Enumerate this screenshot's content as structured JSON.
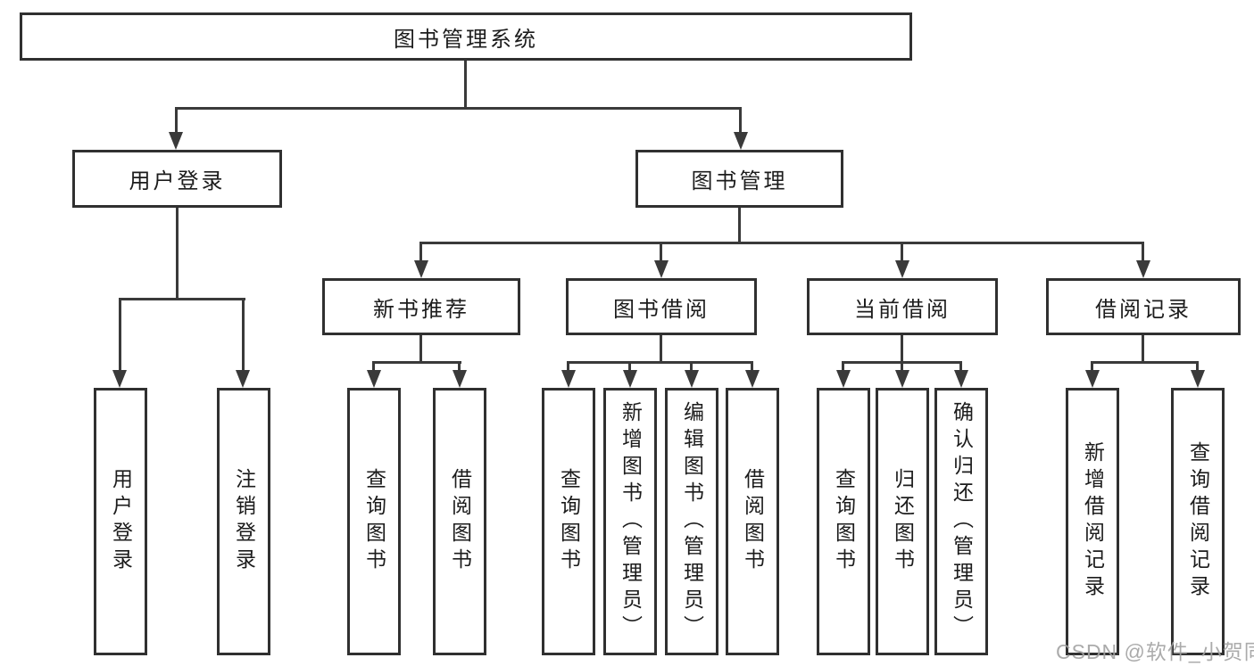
{
  "diagram": {
    "type": "hierarchy-tree",
    "root": {
      "label": "图书管理系统"
    },
    "level2": [
      {
        "label": "用户登录",
        "parent": "图书管理系统"
      },
      {
        "label": "图书管理",
        "parent": "图书管理系统"
      }
    ],
    "level3": [
      {
        "label": "新书推荐",
        "parent": "图书管理"
      },
      {
        "label": "图书借阅",
        "parent": "图书管理"
      },
      {
        "label": "当前借阅",
        "parent": "图书管理"
      },
      {
        "label": "借阅记录",
        "parent": "图书管理"
      }
    ],
    "leaves": [
      {
        "label": "用户登录",
        "parent": "用户登录"
      },
      {
        "label": "注销登录",
        "parent": "用户登录"
      },
      {
        "label": "查询图书",
        "parent": "新书推荐"
      },
      {
        "label": "借阅图书",
        "parent": "新书推荐"
      },
      {
        "label": "查询图书",
        "parent": "图书借阅"
      },
      {
        "label": "新增图书（管理员）",
        "parent": "图书借阅"
      },
      {
        "label": "编辑图书（管理员）",
        "parent": "图书借阅"
      },
      {
        "label": "借阅图书",
        "parent": "图书借阅"
      },
      {
        "label": "查询图书",
        "parent": "当前借阅"
      },
      {
        "label": "归还图书",
        "parent": "当前借阅"
      },
      {
        "label": "确认归还（管理员）",
        "parent": "当前借阅"
      },
      {
        "label": "新增借阅记录",
        "parent": "借阅记录"
      },
      {
        "label": "查询借阅记录",
        "parent": "借阅记录"
      }
    ]
  },
  "watermark": {
    "text": "CSDN @软件_小贺同学"
  },
  "colors": {
    "background": "#ffffff",
    "box_border": "#303030",
    "connector_line": "#3a3a3a",
    "text": "#1c1c1c",
    "watermark_text": "#a2a2a2"
  }
}
